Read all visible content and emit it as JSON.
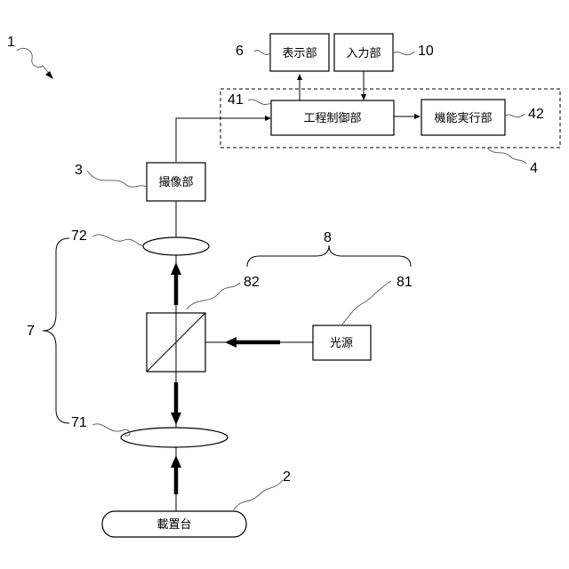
{
  "boxes": {
    "display": "表示部",
    "input": "入力部",
    "process_control": "工程制御部",
    "function_exec": "機能実行部",
    "imaging": "撮像部",
    "light_source": "光源",
    "stage": "載置台"
  },
  "refs": {
    "device": "1",
    "stage": "2",
    "imaging": "3",
    "control_unit": "4",
    "display": "6",
    "optics": "7",
    "illumination": "8",
    "input": "10",
    "process_control": "41",
    "function_exec": "42",
    "lens_lower": "71",
    "lens_upper": "72",
    "light_source": "81",
    "beam_splitter": "82"
  }
}
